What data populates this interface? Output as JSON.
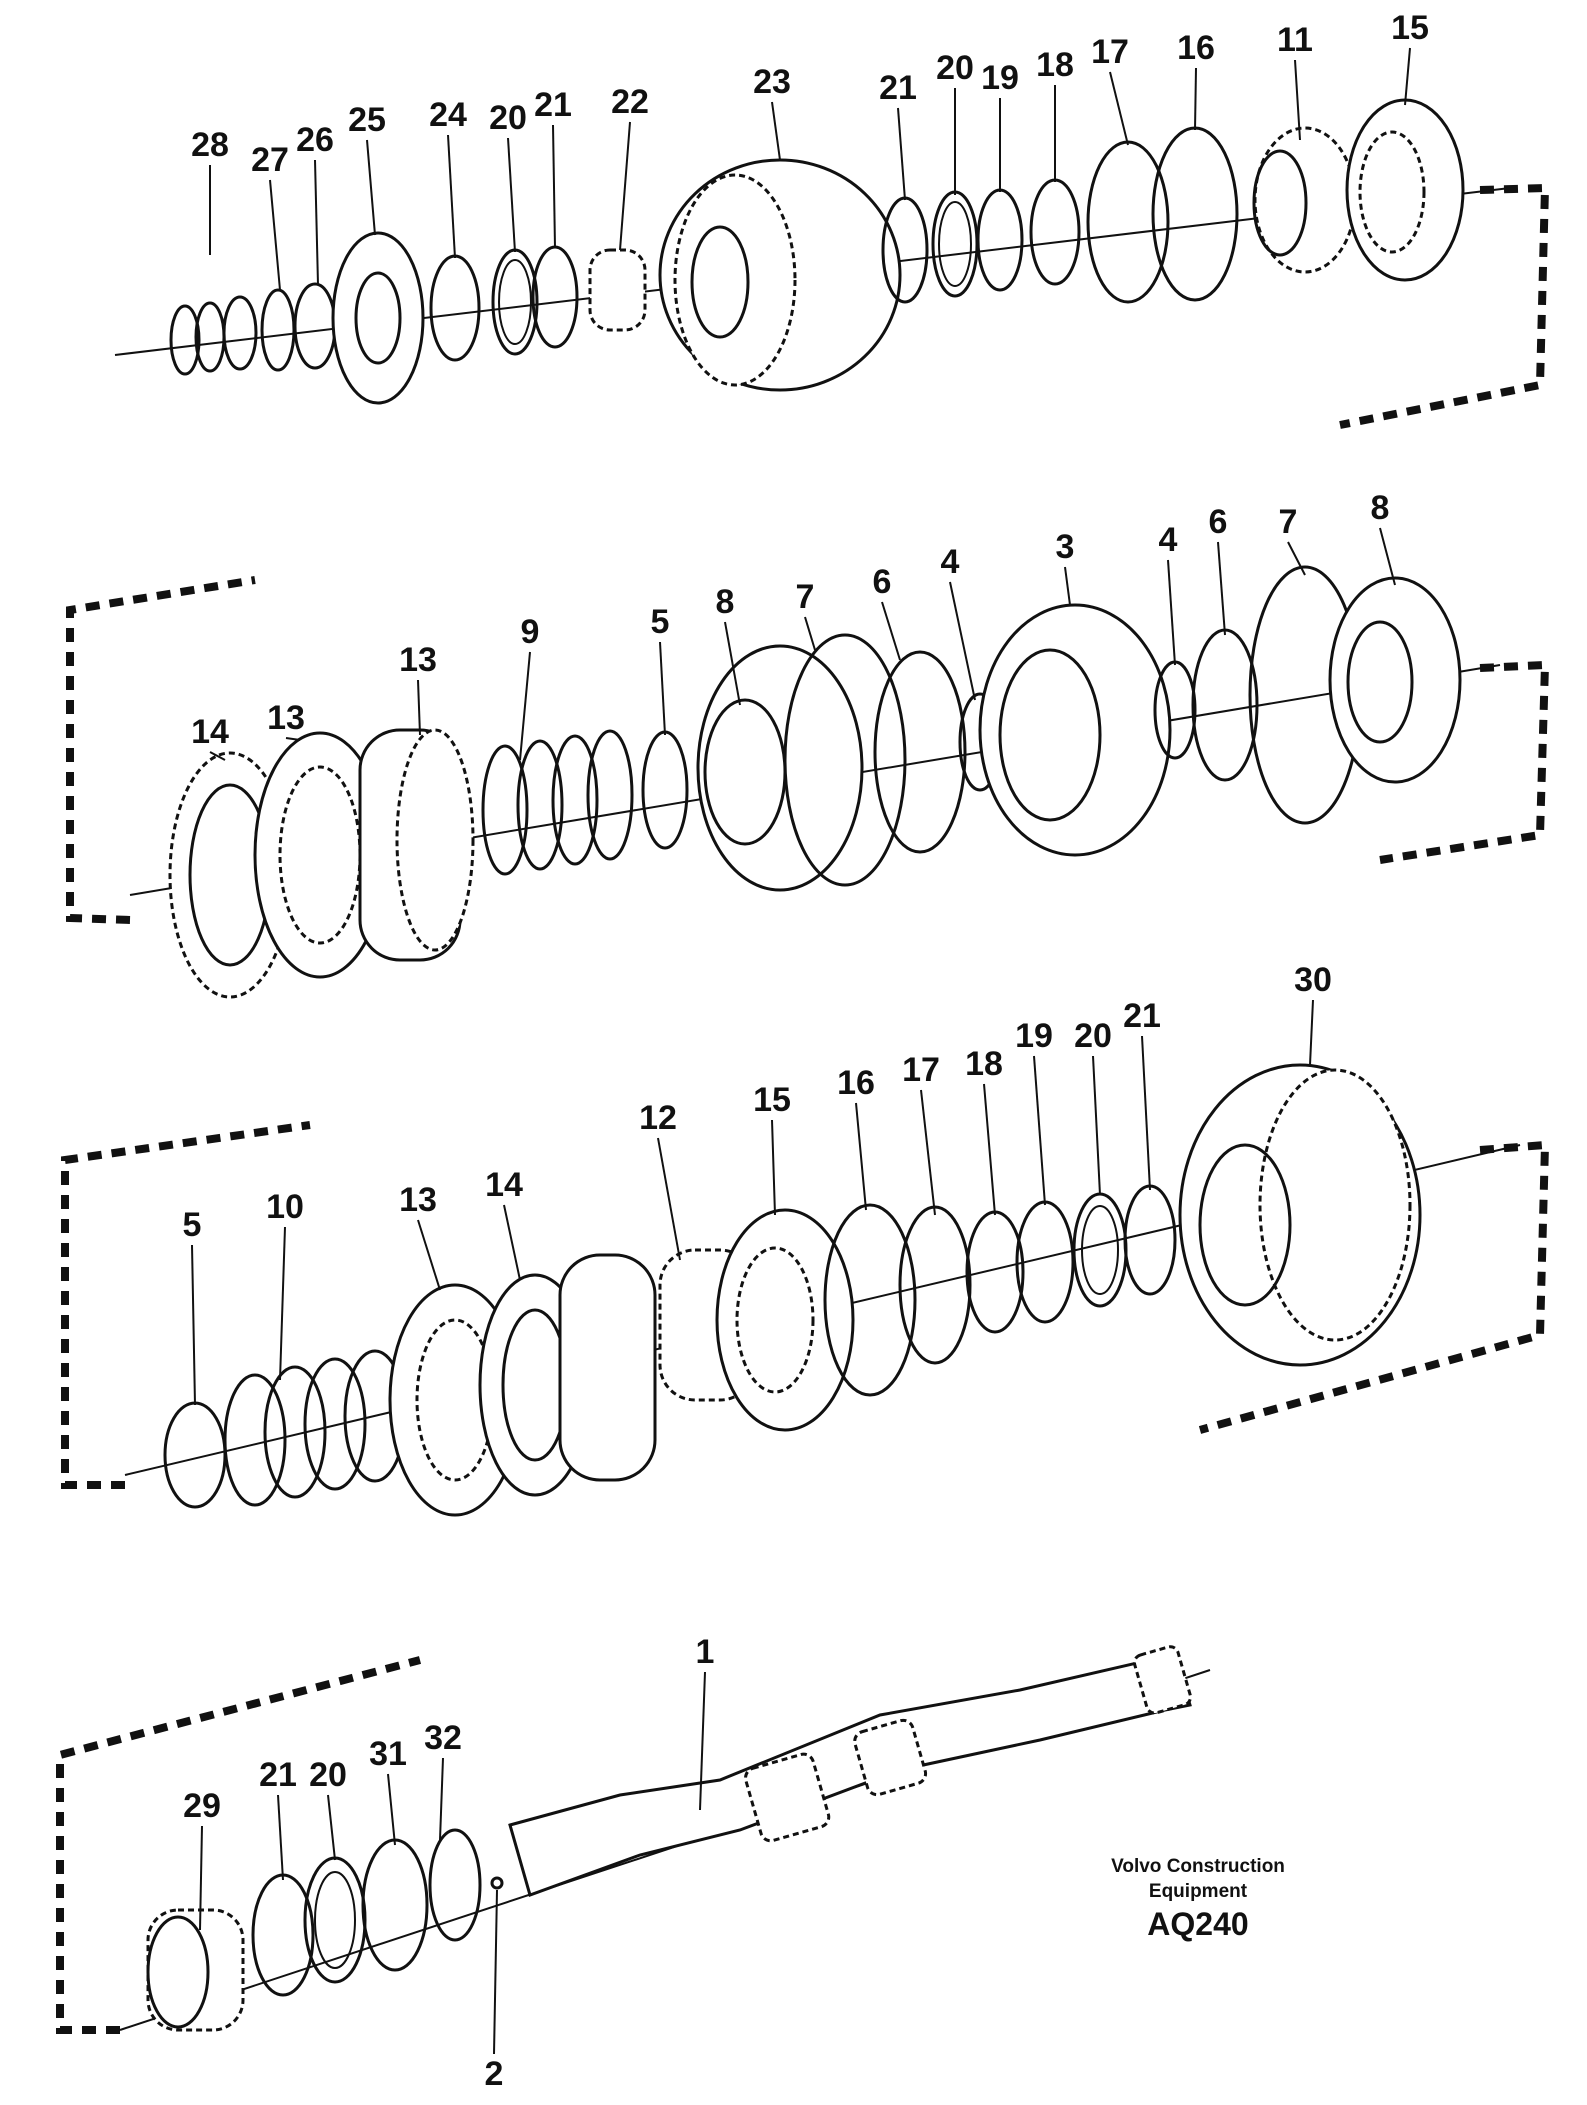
{
  "caption": {
    "line1": "Volvo Construction",
    "line2": "Equipment",
    "code": "AQ240"
  },
  "rows": [
    {
      "id": "row1",
      "labels": [
        "28",
        "27",
        "26",
        "25",
        "24",
        "20",
        "21",
        "22",
        "23",
        "21",
        "20",
        "19",
        "18",
        "17",
        "16",
        "11",
        "15"
      ]
    },
    {
      "id": "row2",
      "labels": [
        "14",
        "13",
        "13",
        "9",
        "5",
        "8",
        "7",
        "6",
        "4",
        "3",
        "4",
        "6",
        "7",
        "8"
      ]
    },
    {
      "id": "row3",
      "labels": [
        "5",
        "10",
        "13",
        "14",
        "12",
        "15",
        "16",
        "17",
        "18",
        "19",
        "20",
        "21",
        "30"
      ]
    },
    {
      "id": "row4",
      "labels": [
        "29",
        "21",
        "20",
        "31",
        "32",
        "1",
        "2"
      ]
    }
  ]
}
